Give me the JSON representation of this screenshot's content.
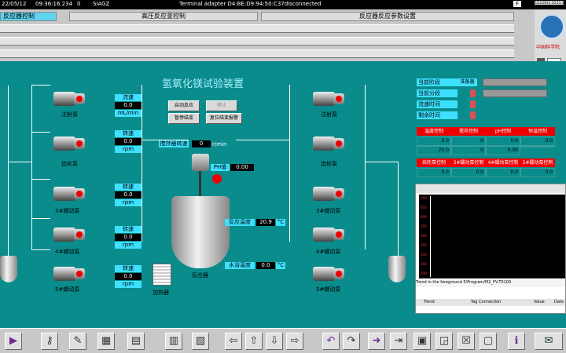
{
  "status_bar": {
    "date": "22/05/12",
    "time": "09:36:16.234",
    "code": "0",
    "station": "SIAGZ",
    "message": "Terminal adapter D4:BE:D9:94:50:C37disconnected",
    "flag": "F",
    "right_date": "5/22/2012 10:11:3"
  },
  "header": {
    "menu1": "反应器控制",
    "menu2": "高压反应釜控制",
    "menu3": "反应器反应参数设置"
  },
  "logo": {
    "caption": "中国科学院"
  },
  "main": {
    "title": "氢氧化镁试验装置",
    "buttons": {
      "start": "启动反应",
      "stop": "停止",
      "pause": "暂停结束",
      "reset": "复位结束报警"
    },
    "stirrer": {
      "label": "搅拌器转速",
      "value": "0",
      "unit": "r/min"
    },
    "ph": {
      "label": "PH值",
      "value": "0.00"
    },
    "reactor_temp": {
      "label": "反应温度",
      "value": "20.9",
      "unit": "°C"
    },
    "bath_temp": {
      "label": "水浴温度",
      "value": "0.0",
      "unit": "°C"
    },
    "reactor_label": "反应器",
    "heater_label": "加热器",
    "left_pumps": [
      {
        "name": "注射泵",
        "tag": "流速",
        "value": "0.0",
        "unit": "mL/min"
      },
      {
        "name": "齿轮泵",
        "tag": "转速",
        "value": "0.0",
        "unit": "rpm"
      },
      {
        "name": "3#蠕动泵",
        "tag": "转速",
        "value": "0.0",
        "unit": "rpm"
      },
      {
        "name": "4#蠕动泵",
        "tag": "转速",
        "value": "0.0",
        "unit": "rpm"
      },
      {
        "name": "5#蠕动泵",
        "tag": "转速",
        "value": "0.0",
        "unit": "rpm"
      }
    ],
    "right_pumps": [
      {
        "name": "注射泵"
      },
      {
        "name": "齿轮泵"
      },
      {
        "name": "3#蠕动泵"
      },
      {
        "name": "4#蠕动泵"
      },
      {
        "name": "5#蠕动泵"
      }
    ]
  },
  "info_panel": {
    "stage": {
      "label": "当前阶段",
      "value": "准备器"
    },
    "substage": {
      "label": "当前分段",
      "value": ""
    },
    "elapsed": {
      "label": "流速时间",
      "value": ""
    },
    "remaining": {
      "label": "剩余时间",
      "value": ""
    },
    "table1_headers": [
      "温度控制",
      "搅拌控制",
      "pH控制",
      "恒温控制"
    ],
    "table1_rows": [
      [
        "0.0",
        "0",
        "0.0",
        "0.0"
      ],
      [
        "20.0",
        "0",
        "0.00",
        ""
      ]
    ],
    "table2_headers": [
      "齿轮泵控制",
      "3#蠕动泵控制",
      "4#蠕动泵控制",
      "5#蠕动泵控制"
    ],
    "table2_rows": [
      [
        "0.0",
        "0.0",
        "0.0",
        "0.0"
      ]
    ]
  },
  "trend": {
    "y_ticks": [
      "700",
      "650",
      "600",
      "550",
      "500",
      "450",
      "400",
      "350",
      "300"
    ],
    "status_text": "Trend in the foreground 5/Program/M2_PV.T0100",
    "columns": [
      "Trend",
      "Tag Connection",
      "Value",
      "Date"
    ]
  }
}
